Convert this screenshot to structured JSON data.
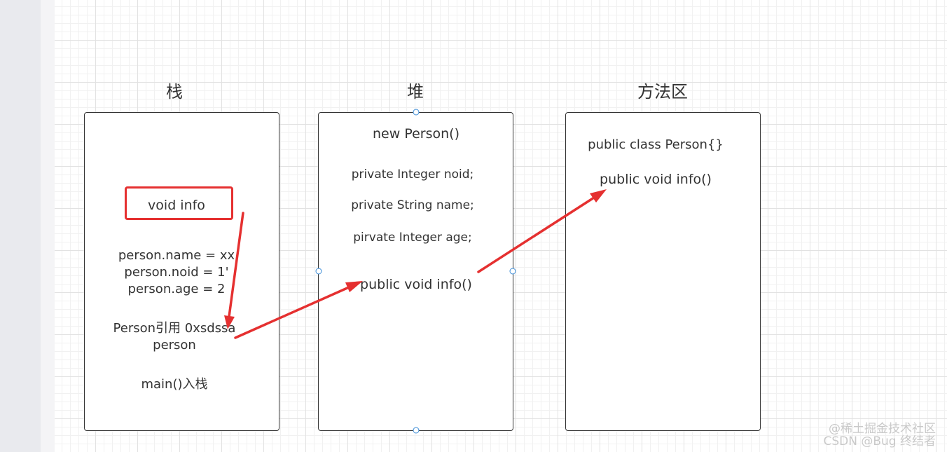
{
  "columns": {
    "stack": {
      "title": "栈",
      "highlight": "void info",
      "fields": [
        "person.name = xx",
        "person.noid = 1'",
        "person.age = 2"
      ],
      "ref_line1": "Person引用 0xsdssa",
      "ref_line2": "person",
      "main": "main()入栈"
    },
    "heap": {
      "title": "堆",
      "constructor": "new Person()",
      "field1": "private Integer noid;",
      "field2": "private String name;",
      "field3": "pirvate Integer age;",
      "method": "public void info()"
    },
    "method_area": {
      "title": "方法区",
      "class_decl": "public class Person{}",
      "method": "public void info()"
    }
  },
  "watermark": {
    "line1": "@稀土掘金技术社区",
    "line2": "CSDN @Bug 终结者"
  },
  "colors": {
    "arrow": "#e53030",
    "box_border": "#333333",
    "handle": "#3a8bd6",
    "grid": "#e2e2e2"
  }
}
